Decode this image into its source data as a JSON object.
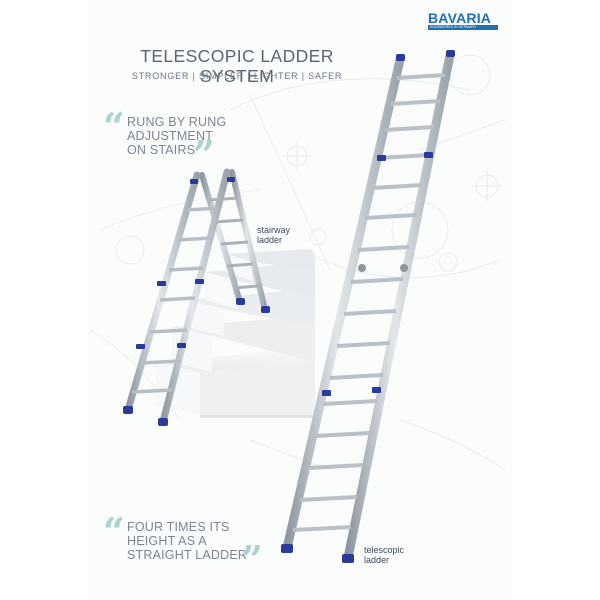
{
  "brand": {
    "name": "BAVARIA",
    "tagline": "ENGINEERED IN GERMANY"
  },
  "header": {
    "title": "TELESCOPIC LADDER SYSTEM",
    "subtitle": "STRONGER | SIMPLER | LIGHTER | SAFER"
  },
  "quotes": [
    {
      "line1": "RUNG BY RUNG",
      "line2": "ADJUSTMENT",
      "line3": "ON STAIRS"
    },
    {
      "line1": "FOUR TIMES ITS",
      "line2": "HEIGHT AS A",
      "line3": "STRAIGHT LADDER"
    }
  ],
  "labels": {
    "stairway_line1": "stairway",
    "stairway_line2": "ladder",
    "telescopic_line1": "telescopic",
    "telescopic_line2": "ladder"
  },
  "colors": {
    "accent": "#a9d3cd",
    "brand_blue": "#1f6fb2",
    "rail": "#c3c9cf",
    "clamp": "#2a3a9a"
  }
}
